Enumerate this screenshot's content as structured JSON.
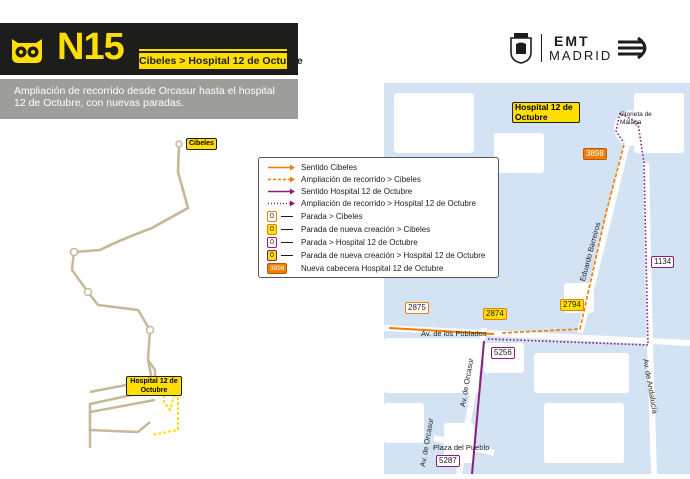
{
  "header": {
    "route_number": "N15",
    "destination": "Cibeles > Hospital 12 de Octubre",
    "notice": "Ampliación de recorrido desde Orcasur hasta el hospital 12 de Octubre, con nuevas paradas."
  },
  "logo": {
    "emt": "EMT",
    "madrid": "MADRID"
  },
  "overview_map": {
    "start_label": "Cibeles",
    "end_label": "Hospital 12 de Octubre"
  },
  "legend": {
    "items": [
      {
        "label": "Sentido Cibeles",
        "symbol": "arrow-solid-orange"
      },
      {
        "label": "Ampliación de recorrido > Cibeles",
        "symbol": "arrow-dashed-orange"
      },
      {
        "label": "Sentido Hospital 12 de Octubre",
        "symbol": "arrow-solid-purple"
      },
      {
        "label": "Ampliación de recorrido > Hospital 12 de Octubre",
        "symbol": "arrow-dotted-purple"
      },
      {
        "label": "Parada > Cibeles",
        "symbol": "stop-orange"
      },
      {
        "label": "Parada de nueva creación > Cibeles",
        "symbol": "stop-new-orange"
      },
      {
        "label": "Parada > Hospital 12 de Octubre",
        "symbol": "stop-purple"
      },
      {
        "label": "Parada de nueva creación > Hospital 12 de Octubre",
        "symbol": "stop-new-purple"
      },
      {
        "label": "Nueva cabecera Hospital 12 de Octubre",
        "symbol": "terminus"
      }
    ],
    "stop_placeholder": "0",
    "terminus_code": "3898"
  },
  "detail_map": {
    "hospital_label": "Hospital 12 de Octubre",
    "streets": {
      "glorieta": "Glorieta de Málaga",
      "poblados": "Av. de los Poblados",
      "barreiros": "Eduardo Barreiros",
      "orcasur": "Av. de Orcasur",
      "andalucia": "Av. de Andalucía",
      "plaza": "Plaza del Pueblo"
    },
    "stops": {
      "s3898": "3898",
      "s1134": "1134",
      "s2794": "2794",
      "s2875": "2875",
      "s2874": "2874",
      "s5256": "5256",
      "s5287": "5287"
    }
  },
  "colors": {
    "header_bg": "#1d1d1b",
    "accent_yellow": "#ffde00",
    "orange": "#f07d00",
    "purple": "#8a1e79",
    "map_blue": "#d3e3f4",
    "map_block": "#ffffff",
    "route_beige": "#c8b89a"
  }
}
